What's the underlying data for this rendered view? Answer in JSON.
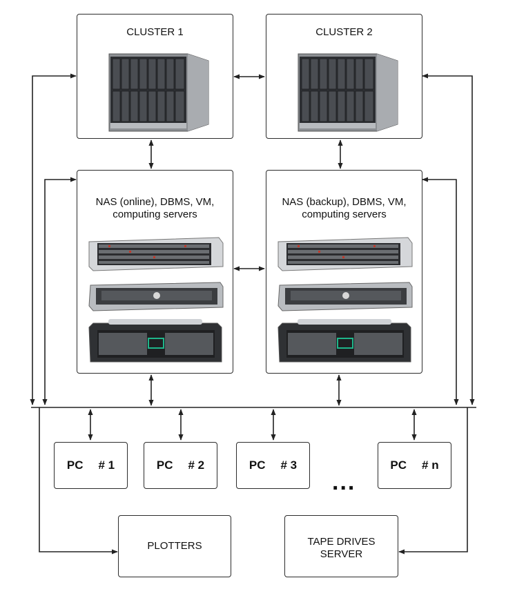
{
  "clusters": [
    {
      "label": "CLUSTER 1"
    },
    {
      "label": "CLUSTER 2"
    }
  ],
  "server_groups": [
    {
      "line1": "NAS (online), DBMS, VM,",
      "line2": "computing servers"
    },
    {
      "line1": "NAS (backup), DBMS, VM,",
      "line2": "computing servers"
    }
  ],
  "pcs": [
    {
      "name": "PC",
      "num": "# 1"
    },
    {
      "name": "PC",
      "num": "# 2"
    },
    {
      "name": "PC",
      "num": "# 3"
    },
    {
      "name": "PC",
      "num": "# n"
    }
  ],
  "ellipsis": "...",
  "plotters": {
    "label": "PLOTTERS"
  },
  "tape": {
    "line1": "TAPE DRIVES",
    "line2": "SERVER"
  },
  "colors": {
    "line": "#222222",
    "chassis": "#3a3a3a",
    "accent": "#1fb58a"
  }
}
